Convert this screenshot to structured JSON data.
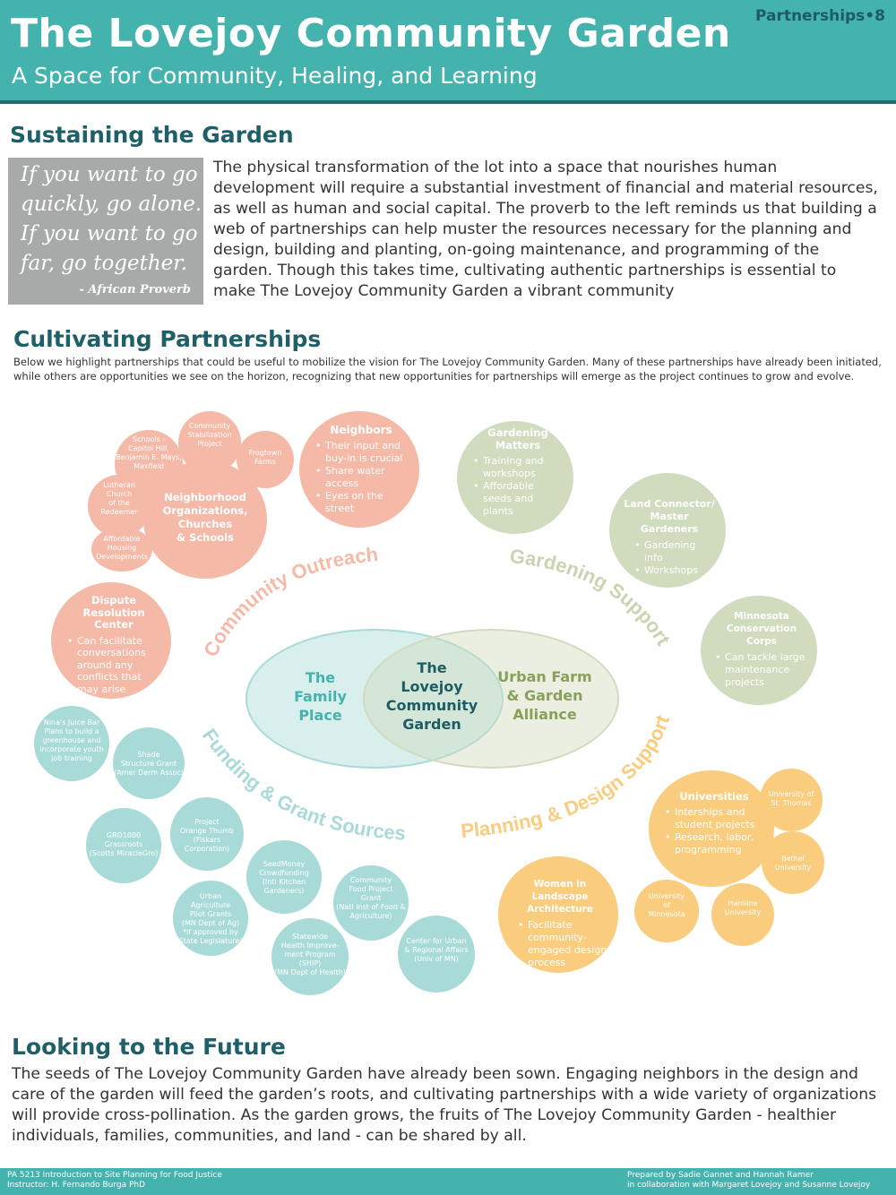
{
  "header": {
    "title": "The Lovejoy Community Garden",
    "subtitle": "A Space for Community, Healing, and Learning",
    "section_tag": "Partnerships•8"
  },
  "sustaining": {
    "heading": "Sustaining the Garden",
    "quote_lines": [
      "If you want to go",
      "quickly, go alone.",
      "If you want to go",
      "far, go together."
    ],
    "quote_source": "- African Proverb",
    "body": "The physical transformation of the lot into a space that nourishes human development will require a substantial investment of financial and material resources, as well as human and social capital. The proverb to the left reminds us that building a web of partnerships can help muster the resources necessary for the planning and design, building and planting, on-going maintenance, and programming of the garden. Though this takes time, cultivating authentic partnerships is essential to make The Lovejoy Community Garden a vibrant community"
  },
  "cultivating": {
    "heading": "Cultivating Partnerships",
    "intro": "Below we highlight partnerships that could be useful to mobilize the vision for The Lovejoy Community Garden. Many of these partnerships have already been initiated, while others are opportunities we see on the horizon, recognizing that new opportunities for partnerships will emerge as the project continues to grow and evolve."
  },
  "diagram": {
    "center": {
      "left": "The\nFamily\nPlace",
      "middle": "The\nLovejoy\nCommunity\nGarden",
      "right": "Urban Farm\n& Garden\nAlliance"
    },
    "arc_labels": {
      "outreach": "Community Outreach",
      "gardening": "Gardening Support",
      "funding": "Funding & Grant  Sources",
      "planning": "Planning & Design Support"
    },
    "pink": {
      "schools": "Schools -\nCapitol Hill,\nBenjamin E. Mays,\nMaxfield",
      "stabilization": "Community\nStabilization\nProject",
      "frogtown": "Frogtown\nFarms",
      "lutheran": "Lutheran\nChurch\nof the\nRedeemer",
      "neighborhood": "Neighborhood\nOrganizations,\nChurches\n& Schools",
      "housing": "Affordable\nHousing\nDevelopments",
      "neighbors_title": "Neighbors",
      "neighbors_items": [
        "Their input and buy-in is crucial",
        "Share water access",
        "Eyes on the street"
      ],
      "dispute_title": "Dispute\nResolution Center",
      "dispute_items": [
        "Can facilitate conversations around any conflicts that may arise"
      ]
    },
    "green": {
      "gm_title": "Gardening\nMatters",
      "gm_items": [
        "Training and workshops",
        "Affordable seeds and plants"
      ],
      "lc_title": "Land Connector/\nMaster Gardeners",
      "lc_items": [
        "Gardening info",
        "Workshops"
      ],
      "mcc_title": "Minnesota\nConservation Corps",
      "mcc_items": [
        "Can  tackle large maintenance projects"
      ]
    },
    "teal": {
      "ninas": "Nina's Juice Bar\nPlans to build a\ngreenhouse and\nincorporate youth\njob training",
      "shade": "Shade\nStructure Grant\n(Amer Derm Assoc)",
      "gro": "GRO1000\nGrassroots\n(Scotts MiracleGro)",
      "orange": "Project\nOrange Thumb\n(Fiskars Corporation)",
      "seed": "SeedMoney\nCrowdfunding\n(Intl Kitchen Gardeners)",
      "cfpg": "Community\nFood Project\nGrant\n(Natl Inst of Food &\nAgriculture)",
      "urban": "Urban\nAgriculture\nPilot Grants\n(MN Dept of Ag)\n*if approved by\nState Legislature)",
      "ship": "Statewide\nHealth Improve-\nment Program\n(SHIP)\n(MN Dept of Health)",
      "cura": "Center for Urban\n& Regional Affairs\n(Univ of MN)"
    },
    "gold": {
      "univ_title": "Universities",
      "univ_items": [
        "Interships and student projects",
        "Research, labor, programming"
      ],
      "stthomas": "University of\nSt. Thomas",
      "bethel": "Bethel\nUniversity",
      "umn": "University\nof\nMinnesota",
      "hamline": "Hamline\nUniversity",
      "wla_title": "Women in\nLandscape Architecture",
      "wla_items": [
        "Facilitate community-engaged design process"
      ]
    }
  },
  "future": {
    "heading": "Looking to the Future",
    "body": "The seeds of The Lovejoy Community Garden have already been sown. Engaging neighbors in the design and care of the garden will feed the garden’s roots, and cultivating partnerships with a wide variety of organizations will provide cross-pollination. As the garden grows, the fruits of The Lovejoy Community Garden - healthier individuals, families, communities, and land - can be shared by all."
  },
  "footer": {
    "course": "PA 5213 Introduction to Site Planning for Food Justice",
    "instructor": "Instructor: H. Fernando Burga PhD",
    "prepared": "Prepared by Sadie Gannet and Hannah Ramer",
    "collab": "in collaboration with Margaret Lovejoy and Susanne Lovejoy"
  },
  "colors": {
    "header": "#45b3ad",
    "header_rule": "#1d6f70",
    "heading": "#1e5f68",
    "pink": "#f5b9a8",
    "green": "#d1dbbe",
    "teal": "#a8dbd8",
    "gold": "#f9cc7e",
    "quote_box": "#a8a9a9"
  }
}
